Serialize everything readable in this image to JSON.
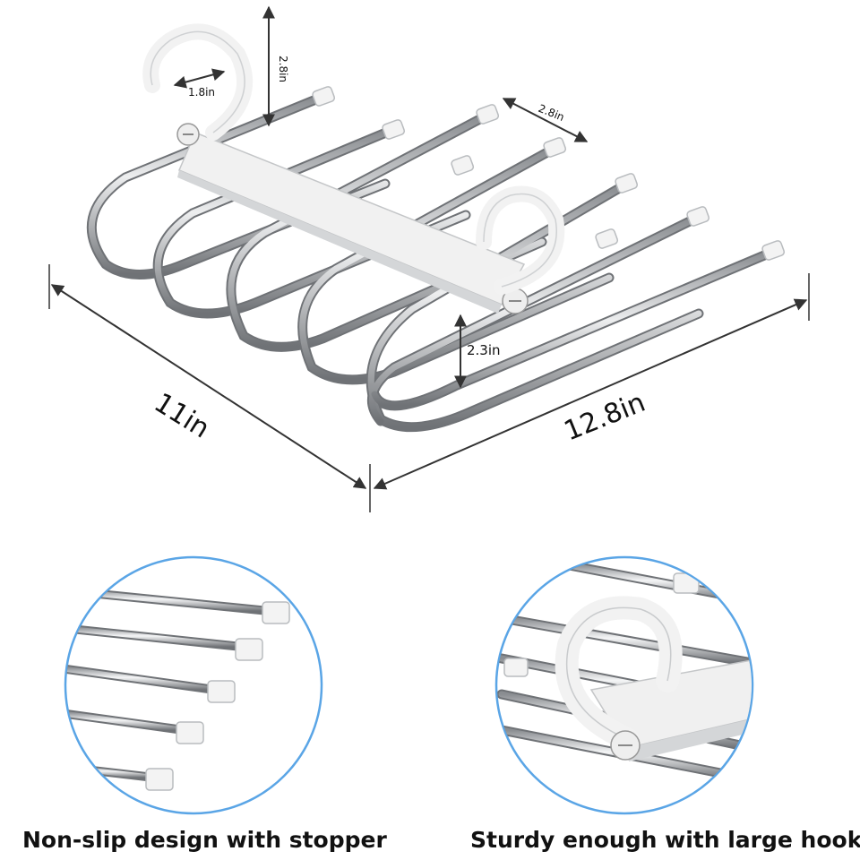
{
  "dimensions": {
    "hook_height": "2.8in",
    "hook_width": "1.8in",
    "rod_spacing": "2.8in",
    "tier_gap": "2.3in",
    "depth": "11in",
    "length": "12.8in"
  },
  "features": [
    {
      "caption": "Non-slip design with stopper"
    },
    {
      "caption": "Sturdy enough with large hooks"
    }
  ],
  "colors": {
    "rod_steel": "#c9ccd0",
    "plastic": "#f2f2f2",
    "circle_frame": "#5aa5e6",
    "dimension_line": "#333333"
  }
}
